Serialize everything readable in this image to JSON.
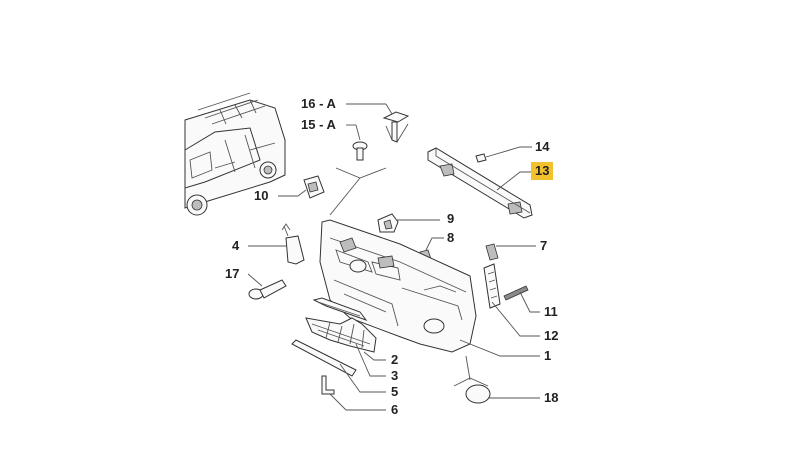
{
  "diagram": {
    "highlight_color": "#f2c22e",
    "callouts": {
      "c16": "16 - A",
      "c15": "15 - A",
      "c14": "14",
      "c13": "13",
      "c10": "10",
      "c9": "9",
      "c8": "8",
      "c7": "7",
      "c4": "4",
      "c17": "17",
      "c11": "11",
      "c12": "12",
      "c2": "2",
      "c1": "1",
      "c3": "3",
      "c5": "5",
      "c6": "6",
      "c18": "18"
    },
    "highlighted": "13"
  }
}
